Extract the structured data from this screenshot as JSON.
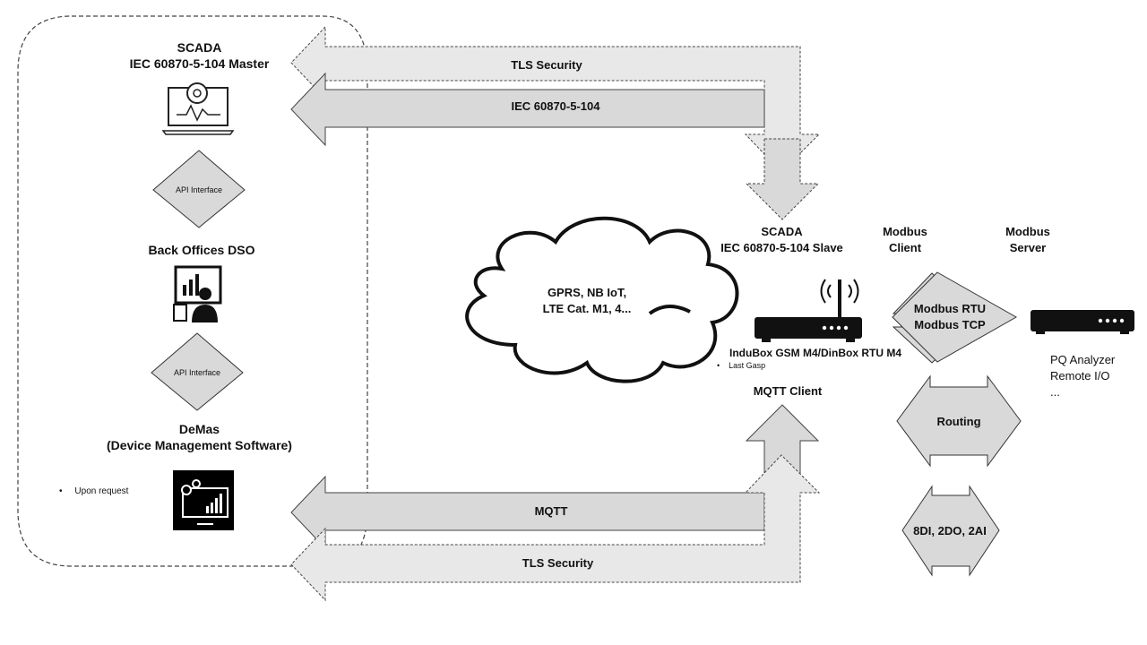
{
  "scada_master": {
    "title": "SCADA",
    "subtitle": "IEC 60870-5-104   Master"
  },
  "api_interface_top": "API Interface",
  "back_offices": "Back Offices DSO",
  "api_interface_bottom": "API Interface",
  "demas": {
    "title": "DeMas",
    "subtitle": "(Device Management Software)"
  },
  "upon_request": "Upon request",
  "arrows": {
    "tls_top": "TLS Security",
    "iec": "IEC 60870-5-104",
    "mqtt": "MQTT",
    "tls_bottom": "TLS Security"
  },
  "cloud": {
    "line1": "GPRS, NB IoT,",
    "line2": "LTE Cat. M1, 4..."
  },
  "scada_slave": {
    "title": "SCADA",
    "subtitle": "IEC 60870-5-104  Slave"
  },
  "device": {
    "name": "InduBox GSM M4/DinBox RTU M4",
    "note": "Last Gasp"
  },
  "mqtt_client": "MQTT Client",
  "modbus_client": {
    "line1": "Modbus",
    "line2": "Client"
  },
  "modbus_server": {
    "line1": "Modbus",
    "line2": "Server"
  },
  "modbus_protocols": {
    "line1": "Modbus RTU",
    "line2": "Modbus TCP"
  },
  "routing": "Routing",
  "io": "8DI, 2DO, 2AI",
  "pq": {
    "line1": "PQ Analyzer",
    "line2": "Remote I/O",
    "line3": "..."
  },
  "colors": {
    "arrow_fill": "#d9d9d9",
    "stroke": "#333333",
    "icon": "#111111"
  }
}
